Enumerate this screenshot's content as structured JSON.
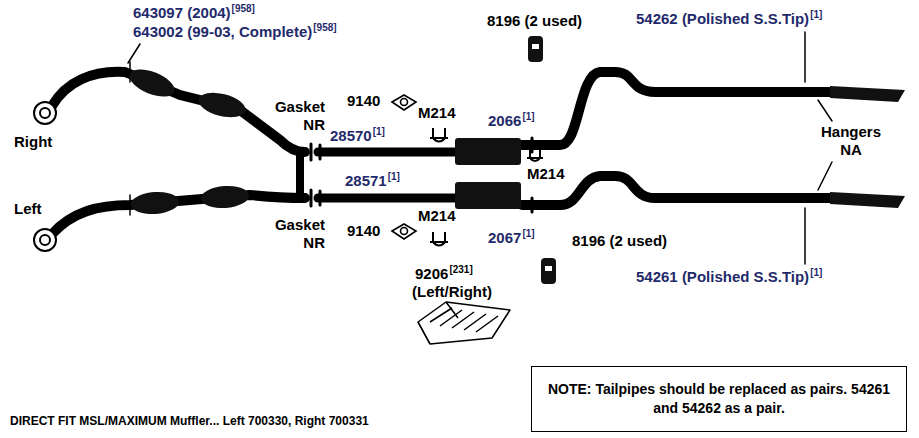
{
  "diagram": {
    "nodes": [
      {
        "text": [
          "NOTE: Tailpipes should be replaced as pairs. 54261 and 54262 as a pair."
        ]
      }
    ],
    "labels": [
      "643097 (2004)",
      "[958]",
      "643002 (99-03, Complete)",
      "[958]",
      "54262 (Polished S.S.Tip)",
      "[1]",
      "8196 (2 used)",
      "Gasket NR",
      "9140",
      "M214",
      "2066",
      "[1]",
      "28570",
      "[1]",
      "M214",
      "28571",
      "[1]",
      "M214",
      "Gasket NR",
      "9140",
      "2067",
      "[1]",
      "8196 (2 used)",
      "9206",
      "[231]",
      "(Left/Right)",
      "54261 (Polished S.S.Tip)",
      "[1]",
      "Hangers NA",
      "Right",
      "Left",
      "DIRECT FIT MSL/MAXIMUM Muffler... Left 700330, Right 700331"
    ]
  }
}
